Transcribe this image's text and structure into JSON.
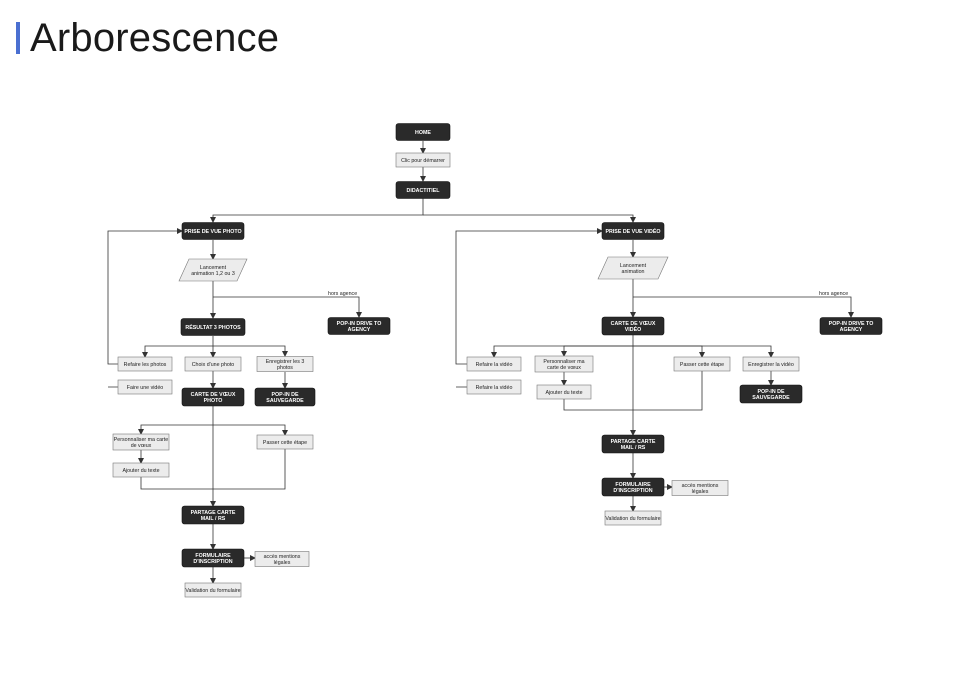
{
  "page": {
    "title": "Arborescence"
  },
  "nodes": {
    "home": [
      "HOME"
    ],
    "clic": [
      "Clic pour démarrer"
    ],
    "didacticiel": [
      "DIDACTITIEL"
    ],
    "prise_photo": [
      "PRISE DE VUE PHOTO"
    ],
    "lancement_photo": [
      "Lancement",
      "animation 1,2 ou 3"
    ],
    "resultat_photos": [
      "RÉSULTAT 3 PHOTOS"
    ],
    "popin_drive_photo": [
      "POP-IN DRIVE TO",
      "AGENCY"
    ],
    "refaire_photos": [
      "Refaire les photos"
    ],
    "faire_video": [
      "Faire une vidéo"
    ],
    "choix_photo": [
      "Choix d'une photo"
    ],
    "enregistrer_3_photos": [
      "Enregistrer les 3",
      "photos"
    ],
    "carte_voeux_photo": [
      "CARTE DE VŒUX",
      "PHOTO"
    ],
    "popin_sauvegarde_photo": [
      "POP-IN DE",
      "SAUVEGARDE"
    ],
    "personnaliser_photo": [
      "Personnaliser ma carte",
      "de vœux"
    ],
    "ajouter_texte_photo": [
      "Ajouter du texte"
    ],
    "passer_etape_photo": [
      "Passer cette étape"
    ],
    "partage_photo": [
      "PARTAGE CARTE",
      "MAIL / RS"
    ],
    "formulaire_photo": [
      "FORMULAIRE",
      "D'INSCRIPTION"
    ],
    "mentions_photo": [
      "accès mentions",
      "légales"
    ],
    "validation_photo": [
      "Validation du formulaire"
    ],
    "prise_video": [
      "PRISE DE VUE VIDÉO"
    ],
    "lancement_video": [
      "Lancement",
      "animation"
    ],
    "carte_voeux_video": [
      "CARTE DE VŒUX",
      "VIDÉO"
    ],
    "popin_drive_video": [
      "POP-IN DRIVE TO",
      "AGENCY"
    ],
    "refaire_video": [
      "Refaire la vidéo"
    ],
    "refaire_video_2": [
      "Refaire la vidéo"
    ],
    "personnaliser_video": [
      "Personnaliser ma",
      "carte de vœux"
    ],
    "ajouter_texte_video": [
      "Ajouter du texte"
    ],
    "passer_etape_video": [
      "Passer cette étape"
    ],
    "enregistrer_video": [
      "Enregistrer la vidéo"
    ],
    "popin_sauvegarde_video": [
      "POP-IN DE",
      "SAUVEGARDE"
    ],
    "partage_video": [
      "PARTAGE CARTE",
      "MAIL / RS"
    ],
    "formulaire_video": [
      "FORMULAIRE",
      "D'INSCRIPTION"
    ],
    "mentions_video": [
      "accès mentions",
      "légales"
    ],
    "validation_video": [
      "Validation du formulaire"
    ]
  },
  "edge_labels": {
    "hors_agence_photo": "hors agence",
    "hors_agence_video": "hors agence"
  }
}
